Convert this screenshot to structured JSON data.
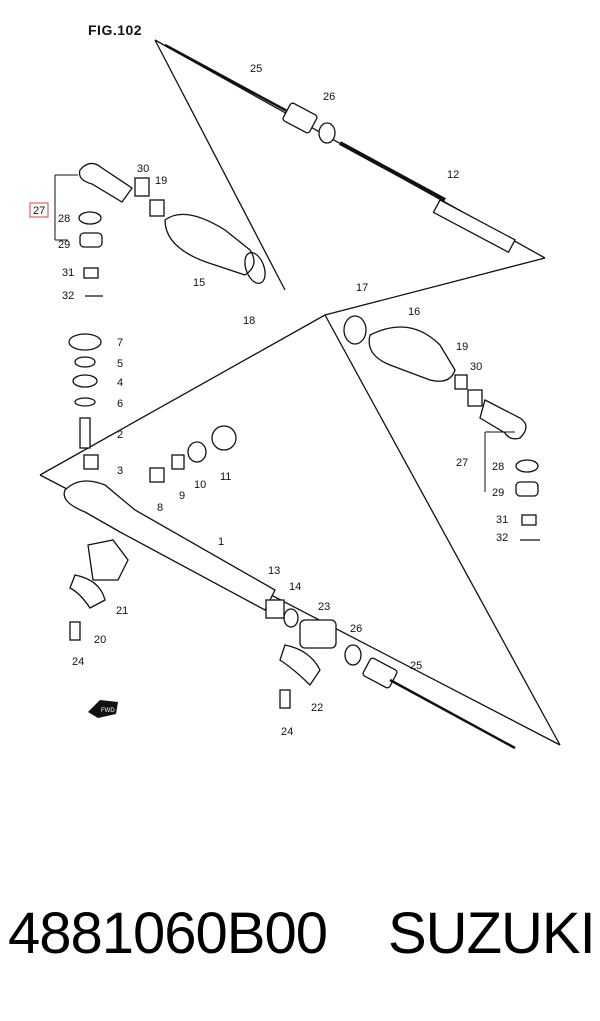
{
  "figure_label": "FIG.102",
  "part_number": "4881060B00",
  "brand": "SUZUKI",
  "fwd_label": "FWD",
  "callouts": [
    "1",
    "2",
    "3",
    "4",
    "5",
    "6",
    "7",
    "8",
    "9",
    "10",
    "11",
    "12",
    "13",
    "14",
    "15",
    "16",
    "17",
    "18",
    "19",
    "20",
    "21",
    "22",
    "23",
    "24",
    "25",
    "26",
    "27",
    "28",
    "29",
    "30",
    "31",
    "32"
  ]
}
